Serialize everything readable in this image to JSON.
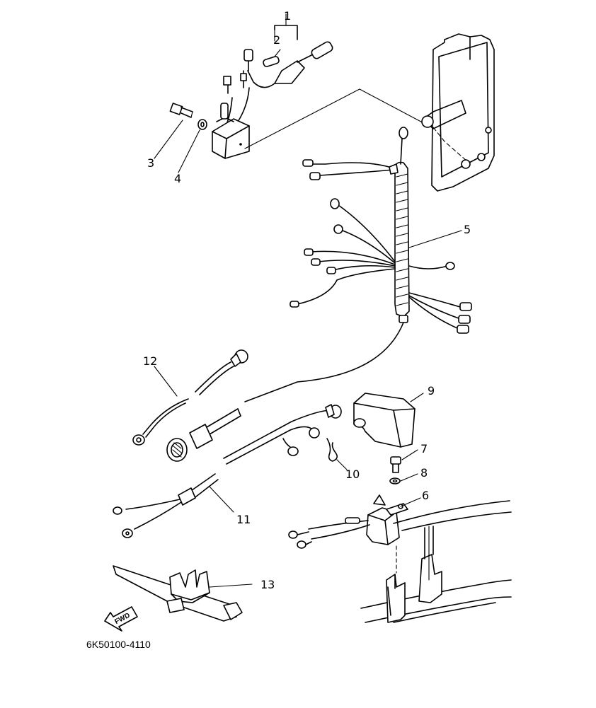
{
  "callouts": {
    "c1": "1",
    "c2": "2",
    "c3": "3",
    "c4": "4",
    "c5": "5",
    "c6": "6",
    "c7": "7",
    "c8": "8",
    "c9": "9",
    "c10": "10",
    "c11": "11",
    "c12": "12",
    "c13": "13"
  },
  "fwd_label": "FWD",
  "drawing_code": "6K50100-4110",
  "colors": {
    "ink": "#000000",
    "paper": "#ffffff"
  }
}
